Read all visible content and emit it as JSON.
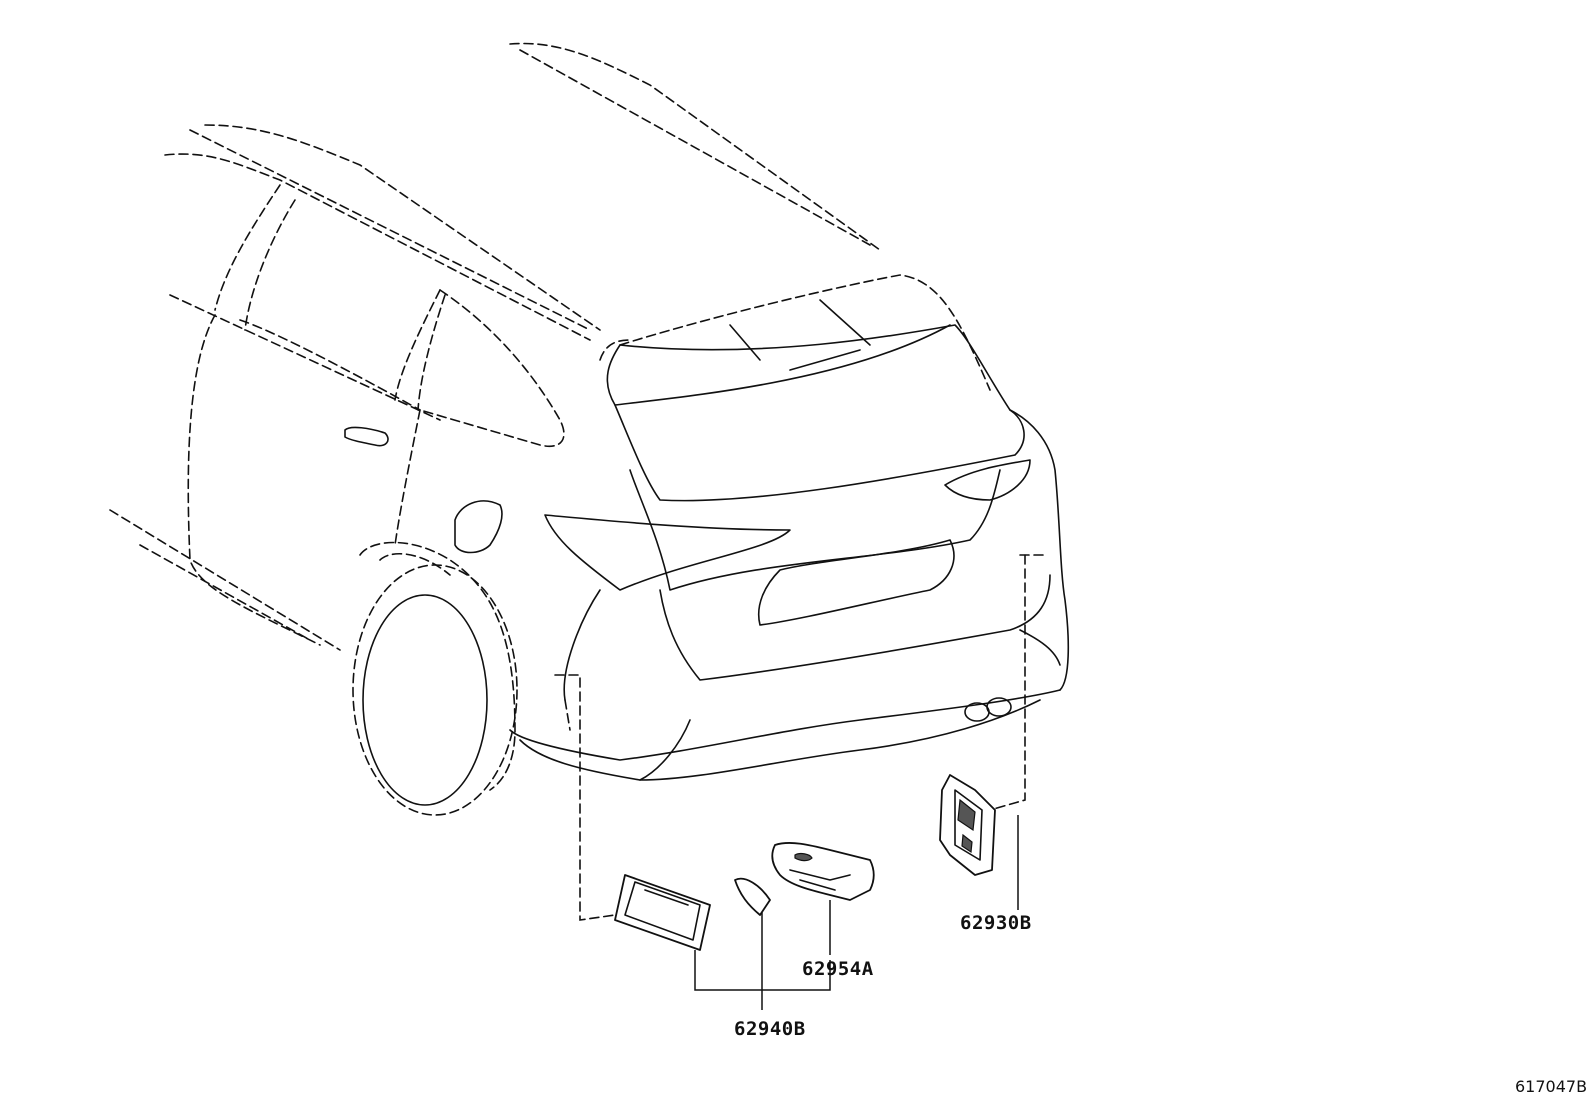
{
  "callouts": {
    "p62930B": "62930B",
    "p62954A": "62954A",
    "p62940B": "62940B"
  },
  "figure_number": "617047B"
}
